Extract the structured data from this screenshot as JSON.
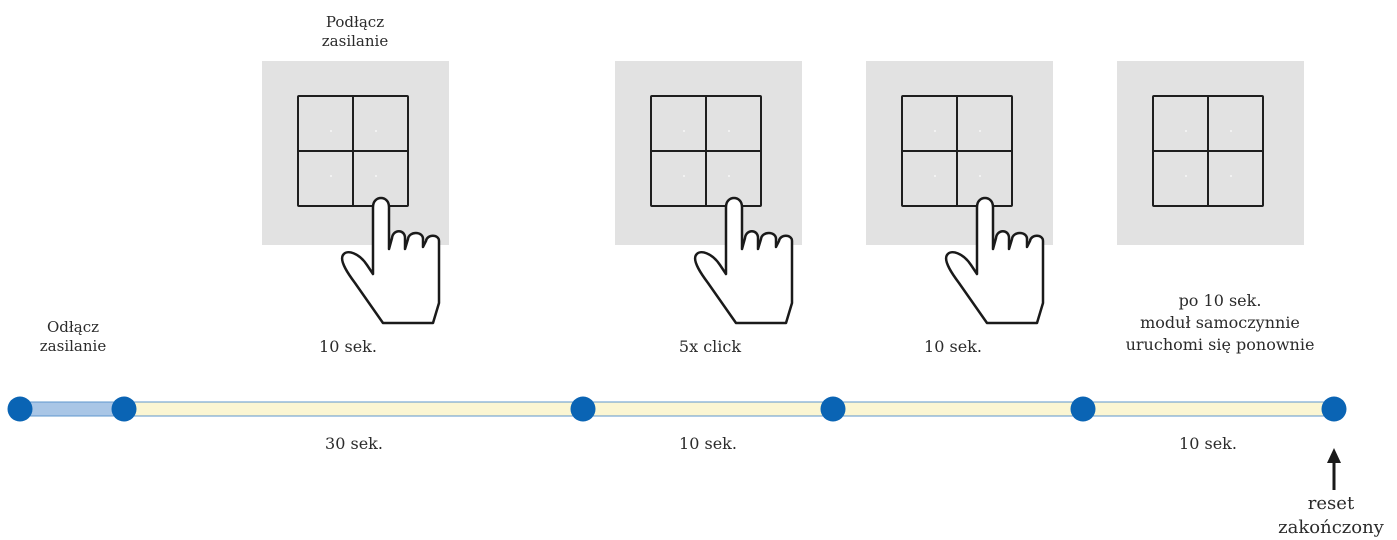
{
  "labels": {
    "disconnect_power": [
      "Odłącz",
      "zasilanie"
    ],
    "connect_power": [
      "Podłącz",
      "zasilanie"
    ],
    "step1_action": "10 sek.",
    "step2_action": "5x click",
    "step3_action": "10 sek.",
    "step4_action": [
      "po 10 sek.",
      "moduł samoczynnie",
      "uruchomi się ponownie"
    ],
    "seg1_duration": "30 sek.",
    "seg2_duration": "10 sek.",
    "seg4_duration": "10 sek.",
    "reset_done": [
      "reset",
      "zakończony"
    ]
  },
  "colors": {
    "panel": "#e2e2e2",
    "grid_line": "#1e1e1e",
    "timeline_dot": "#0a64b4",
    "segment_blue": "#a9c6e6",
    "segment_yellow": "#fbf6d3",
    "segment_border": "#5e97cd",
    "text": "#2b2b2b"
  },
  "icons": {
    "panel": "4-button-switch-panel-icon",
    "hand": "pointing-hand-icon",
    "arrow": "arrow-up-icon"
  }
}
